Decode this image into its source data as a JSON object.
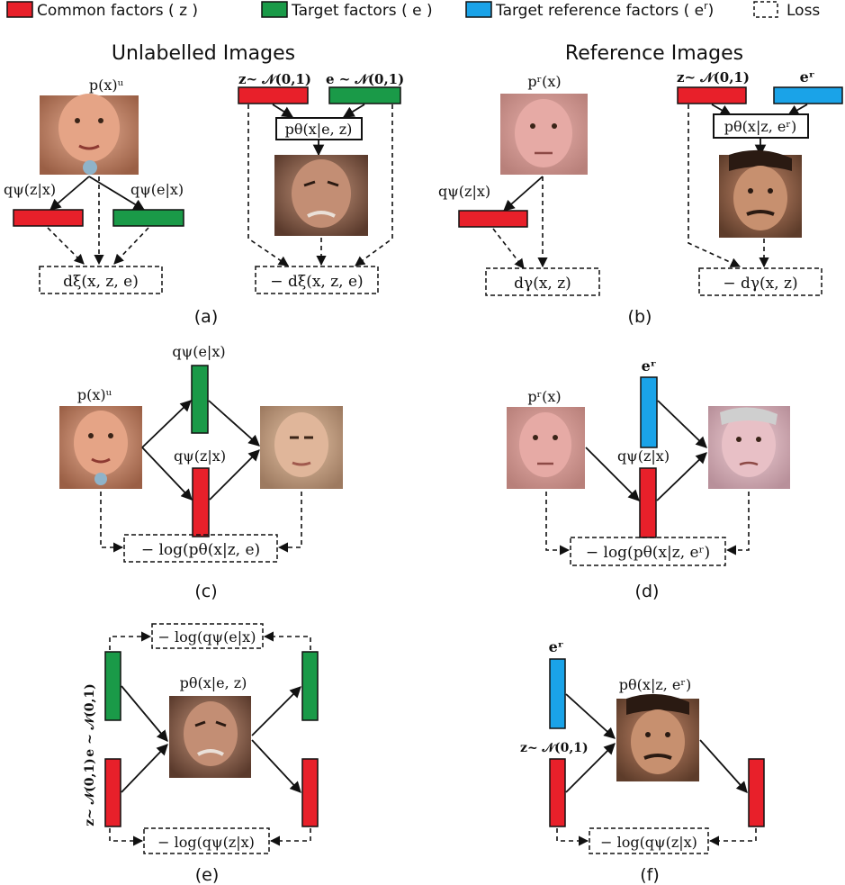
{
  "legend": {
    "common": "Common factors ( z )",
    "target": "Target factors ( e )",
    "target_ref_prefix": "Target reference factors ( e",
    "target_ref_sup": "r",
    "target_ref_suffix": ")",
    "loss": "Loss"
  },
  "headings": {
    "unlabelled": "Unlabelled Images",
    "reference": "Reference Images"
  },
  "colors": {
    "common": "#e8202a",
    "target": "#1a9a48",
    "target_ref": "#1aa3e8",
    "face_u": "#d79a7e",
    "face_gen": "#b08470",
    "face_r": "#e0a29c",
    "face_r2": "#b57a5d",
    "face_c_out": "#dcb69a",
    "face_d_out": "#e6bcc4"
  },
  "icons": [
    "face-unlabelled-image",
    "face-generated-image",
    "face-reference-image",
    "face-reference-generated-image"
  ],
  "panels": {
    "a": {
      "caption": "(a)",
      "px_label": "p(x)ᵘ",
      "qz": "qψ(z|x)",
      "qe": "qψ(e|x)",
      "loss_left": "dξ(x, z, e)",
      "z_prior": "z~ 𝒩(0,1)",
      "e_prior": "e ~ 𝒩(0,1)",
      "generator": "pθ(x|e, z)",
      "loss_right": "− dξ(x, z, e)"
    },
    "b": {
      "caption": "(b)",
      "px_label": "pʳ(x)",
      "qz": "qψ(z|x)",
      "loss_left": "dγ(x, z)",
      "z_prior": "z~ 𝒩(0,1)",
      "er": "eʳ",
      "generator": "pθ(x|z, eʳ)",
      "loss_right": "− dγ(x, z)"
    },
    "c": {
      "caption": "(c)",
      "px_label": "p(x)ᵘ",
      "qe": "qψ(e|x)",
      "qz": "qψ(z|x)",
      "loss": "− log(pθ(x|z, e)"
    },
    "d": {
      "caption": "(d)",
      "px_label": "pʳ(x)",
      "er": "eʳ",
      "qz": "qψ(z|x)",
      "loss": "− log(pθ(x|z, eʳ)"
    },
    "e": {
      "caption": "(e)",
      "loss_top": "− log(qψ(e|x)",
      "e_prior": "e ~ 𝒩(0,1)",
      "z_prior": "z~ 𝒩(0,1)",
      "generator": "pθ(x|e, z)",
      "loss_bottom": "− log(qψ(z|x)"
    },
    "f": {
      "caption": "(f)",
      "er": "eʳ",
      "z_prior": "z~ 𝒩(0,1)",
      "generator": "pθ(x|z, eʳ)",
      "loss": "− log(qψ(z|x)"
    }
  }
}
